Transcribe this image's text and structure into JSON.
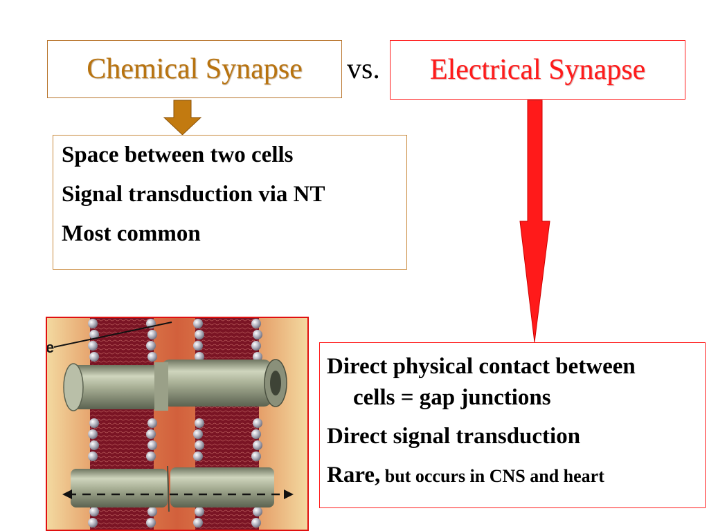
{
  "title": {
    "chemical": "Chemical Synapse",
    "vs": "vs.",
    "electrical": "Electrical Synapse"
  },
  "chemical_properties": [
    "Space between two cells",
    "Signal transduction via NT",
    "Most common"
  ],
  "electrical_properties": {
    "line1a": "Direct physical contact between",
    "line1b": "cells  = gap junctions",
    "line2": "Direct signal transduction",
    "line3_large": "Rare,",
    "line3_small": " but occurs in CNS and heart"
  },
  "figure": {
    "partial_label": "e"
  },
  "colors": {
    "chemical_accent": "#b8730f",
    "electrical_accent": "#ff1a1a",
    "membrane": "#7a1424",
    "channel": "#a8b096"
  }
}
